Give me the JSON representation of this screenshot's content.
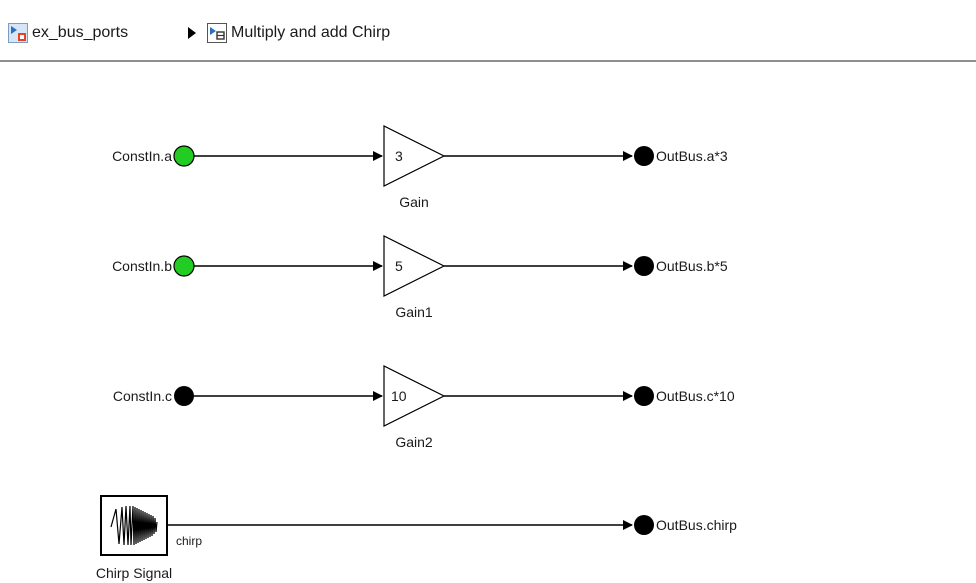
{
  "breadcrumb": {
    "model": "ex_bus_ports",
    "subsystem": "Multiply and add Chirp",
    "model_icon": "model-icon",
    "subsystem_icon": "subsystem-icon",
    "separator_icon": "arrow-right-icon"
  },
  "diagram": {
    "inports": [
      {
        "label": "ConstIn.a",
        "color": "#22cc22"
      },
      {
        "label": "ConstIn.b",
        "color": "#22cc22"
      },
      {
        "label": "ConstIn.c",
        "color": "#000000"
      }
    ],
    "gains": [
      {
        "value": "3",
        "name": "Gain"
      },
      {
        "value": "5",
        "name": "Gain1"
      },
      {
        "value": "10",
        "name": "Gain2"
      }
    ],
    "outports": [
      {
        "label": "OutBus.a*3"
      },
      {
        "label": "OutBus.b*5"
      },
      {
        "label": "OutBus.c*10"
      },
      {
        "label": "OutBus.chirp"
      }
    ],
    "chirp": {
      "name": "Chirp Signal",
      "signal": "chirp"
    }
  }
}
